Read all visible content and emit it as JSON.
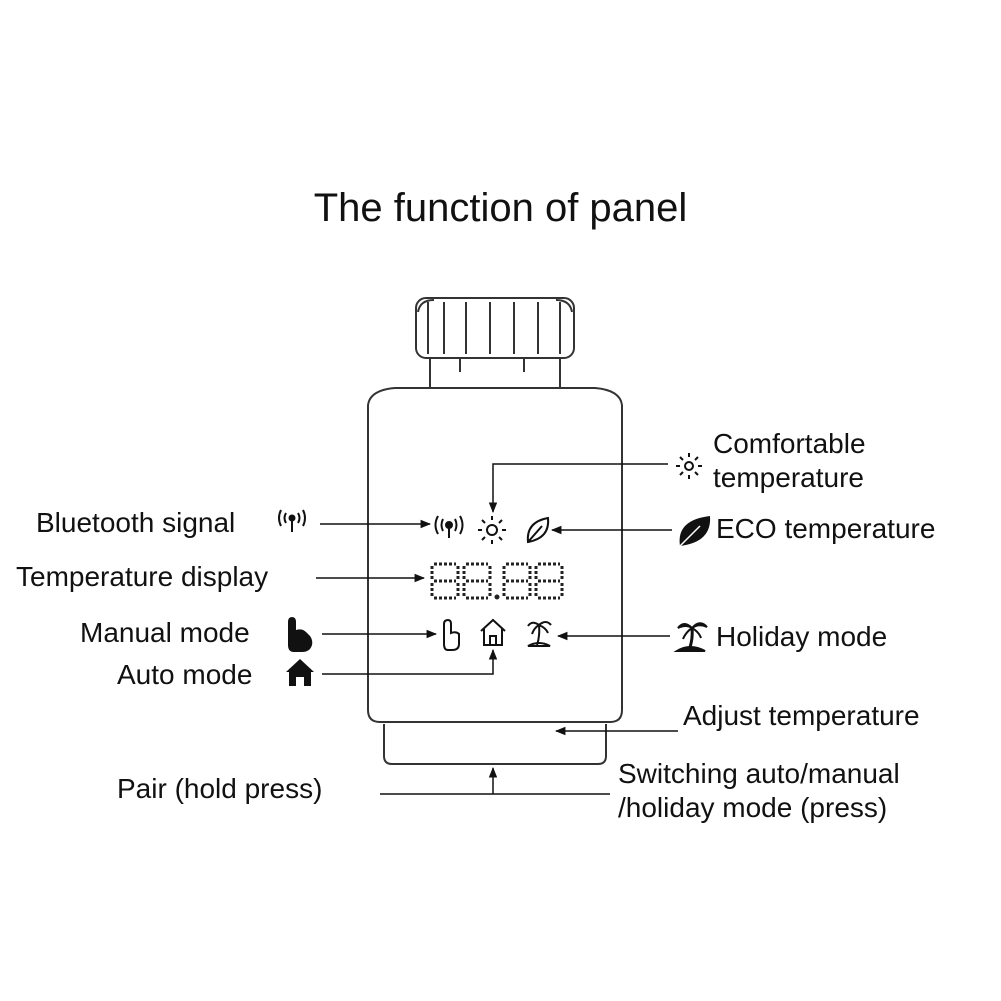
{
  "title": "The function of panel",
  "display": {
    "digits": "88.88"
  },
  "labels": {
    "bluetooth": "Bluetooth signal",
    "temperature_display": "Temperature display",
    "manual_mode": "Manual mode",
    "auto_mode": "Auto mode",
    "pair": "Pair (hold press)",
    "comfortable_line1": "Comfortable",
    "comfortable_line2": "temperature",
    "eco": "ECO temperature",
    "holiday": "Holiday mode",
    "adjust": "Adjust temperature",
    "switching_line1": "Switching auto/manual",
    "switching_line2": "/holiday mode (press)"
  },
  "icons": [
    "bluetooth-signal-icon",
    "sun-icon",
    "leaf-icon",
    "hand-icon",
    "house-icon",
    "palm-tree-icon"
  ],
  "colors": {
    "line": "#111111",
    "outline": "#333333",
    "background": "#ffffff"
  }
}
